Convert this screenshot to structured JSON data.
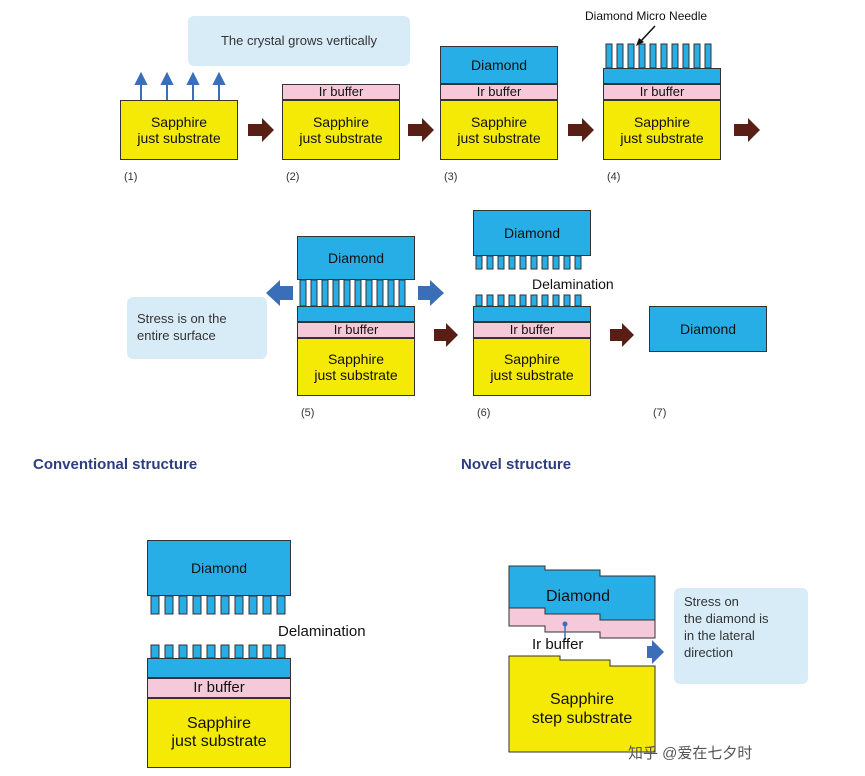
{
  "labels": {
    "sapphire_just": "Sapphire\njust substrate",
    "sapphire_step": "Sapphire\nstep substrate",
    "ir_buffer": "Ir buffer",
    "diamond": "Diamond",
    "micro_needle": "Diamond Micro Needle",
    "delamination": "Delamination"
  },
  "notes": {
    "vertical": "The crystal grows vertically",
    "stress_entire": "Stress is on the\nentire surface",
    "stress_lateral": "Stress on\nthe diamond is\nin the lateral\ndirection"
  },
  "steps": [
    "(1)",
    "(2)",
    "(3)",
    "(4)",
    "(5)",
    "(6)",
    "(7)"
  ],
  "headings": {
    "conventional": "Conventional structure",
    "novel": "Novel structure"
  },
  "watermark": "知乎 @爱在七夕时",
  "colors": {
    "sapphire": "#f5ea06",
    "ir_buffer": "#f6c9da",
    "diamond": "#28aee6",
    "note_bg": "#d8ecf8",
    "process_arrow": "#5a1f14",
    "stress_arrow": "#3a6fb7",
    "heading": "#2c3e7f"
  }
}
